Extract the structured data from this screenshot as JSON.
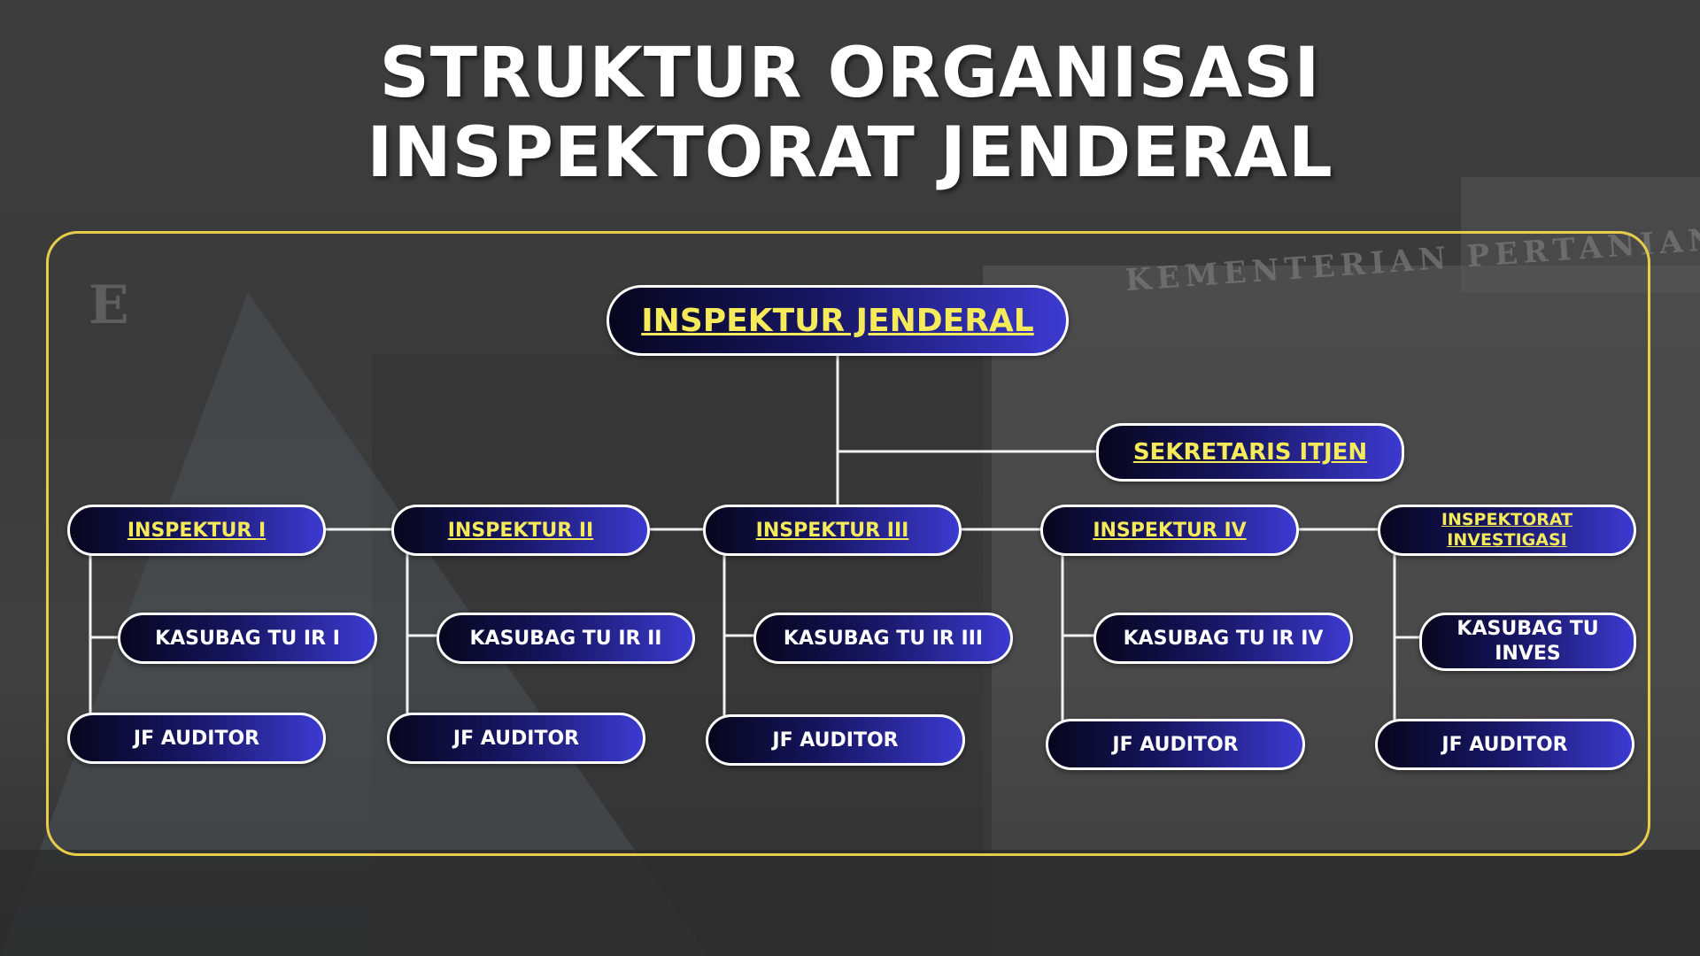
{
  "title": {
    "line1": "STRUKTUR ORGANISASI",
    "line2": "INSPEKTORAT JENDERAL"
  },
  "background": {
    "sign_text": "KEMENTERIAN PERTANIAN R.I.",
    "sign_letter": "E"
  },
  "org": {
    "root": "INSPEKTUR JENDERAL",
    "secretary": "SEKRETARIS ITJEN",
    "units": [
      {
        "head": "INSPEKTUR I",
        "kasubag": "KASUBAG TU IR I",
        "auditor": "JF AUDITOR"
      },
      {
        "head": "INSPEKTUR II",
        "kasubag": "KASUBAG TU IR II",
        "auditor": "JF AUDITOR"
      },
      {
        "head": "INSPEKTUR III",
        "kasubag": "KASUBAG TU IR III",
        "auditor": "JF AUDITOR"
      },
      {
        "head": "INSPEKTUR IV",
        "kasubag": "KASUBAG TU IR IV",
        "auditor": "JF AUDITOR"
      },
      {
        "head_line1": "INSPEKTORAT",
        "head_line2": "INVESTIGASI",
        "kasubag_line1": "KASUBAG TU",
        "kasubag_line2": "INVES",
        "auditor": "JF AUDITOR"
      }
    ]
  },
  "colors": {
    "frame": "#e7cd4b",
    "head_text": "#f4ea5a",
    "box_gradient_start": "#07061d",
    "box_gradient_end": "#3c3ad0"
  }
}
